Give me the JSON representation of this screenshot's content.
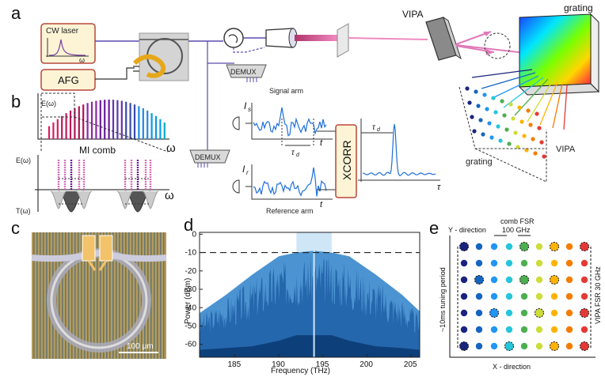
{
  "panels": {
    "a": "a",
    "b": "b",
    "c": "c",
    "d": "d",
    "e": "e"
  },
  "panel_a": {
    "cw_laser": "CW laser",
    "omega": "ω",
    "afg": "AFG",
    "demux_top": "DEMUX",
    "demux_bottom": "DEMUX",
    "vipa": "VIPA",
    "grating": "grating",
    "signal_arm": "Signal arm",
    "reference_arm": "Reference arm",
    "is": "I",
    "is_sub": "s",
    "ir": "I",
    "ir_sub": "r",
    "tau_d": "τ",
    "tau_d_sub": "d",
    "t": "t",
    "xcorr": "XCORR",
    "tau": "τ",
    "vipa2": "VIPA",
    "grating2": "grating"
  },
  "panel_b": {
    "e_omega_top": "E(ω)",
    "omega_top": "ω",
    "mi_comb": "MI comb",
    "e_omega_bottom": "E(ω)",
    "t_omega": "T(ω)",
    "omega_bottom": "ω"
  },
  "panel_c": {
    "scale": "100 μm"
  },
  "panel_d": {
    "chart_data": {
      "type": "area",
      "xlabel": "Frequency (THz)",
      "ylabel": "Power (dBm)",
      "xlim": [
        181,
        206
      ],
      "ylim": [
        -67,
        1
      ],
      "xticks": [
        185,
        190,
        195,
        200,
        205
      ],
      "yticks": [
        0,
        -10,
        -20,
        -30,
        -40,
        -50,
        -60
      ],
      "dashed_line_y": -10,
      "highlight_band": [
        192,
        196
      ],
      "series": [
        {
          "x": [
            181,
            184,
            187,
            190,
            192,
            194,
            196,
            198,
            201,
            204,
            206
          ],
          "values": [
            -43,
            -33,
            -22,
            -12,
            -10,
            -9,
            -10,
            -12,
            -22,
            -33,
            -42
          ]
        },
        {
          "x": [
            181,
            184,
            187,
            190,
            192,
            194,
            196,
            198,
            201,
            204,
            206
          ],
          "values": [
            -63,
            -62,
            -61,
            -58,
            -55,
            -55,
            -55,
            -58,
            -61,
            -62,
            -63
          ]
        }
      ]
    }
  },
  "panel_e": {
    "y_direction": "Y - direction",
    "x_direction": "X - direction",
    "comb_fsr": "comb FSR",
    "fsr_value": "100 GHz",
    "tuning": "~10ms tuning period",
    "vipa_fsr": "VIPA FSR 30 GHz",
    "colors": [
      "#1a237e",
      "#1565c0",
      "#2196f3",
      "#26c6da",
      "#4caf50",
      "#cddc39",
      "#ffb300",
      "#f57c00",
      "#e53935"
    ]
  }
}
